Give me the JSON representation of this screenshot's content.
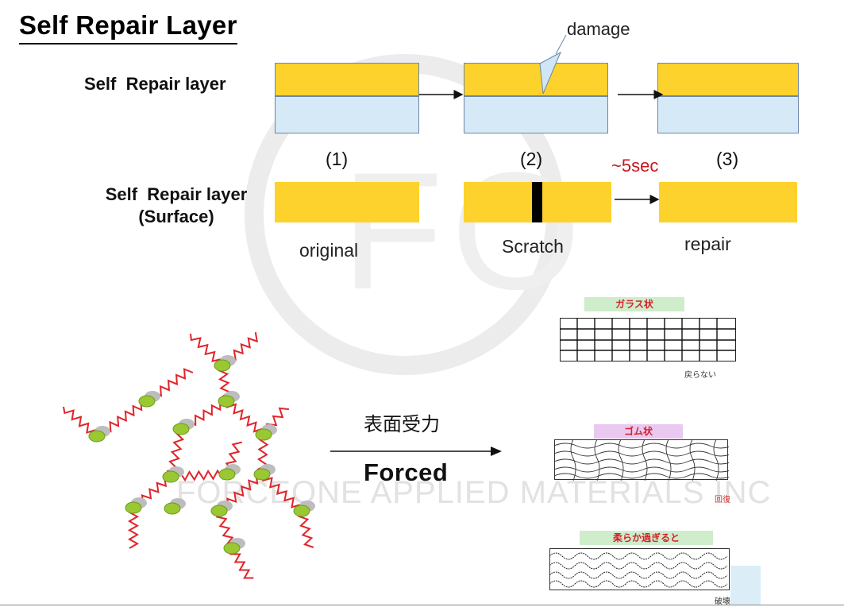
{
  "title": "Self Repair Layer",
  "top_diagram": {
    "row1_label": "Self  Repair layer",
    "damage_label": "damage",
    "steps": [
      "(1)",
      "(2)",
      "(3)"
    ],
    "time_label": "~5sec"
  },
  "surface_diagram": {
    "row2_label_line1": "Self  Repair layer",
    "row2_label_line2": "(Surface)",
    "captions": [
      "original",
      "Scratch",
      "repair"
    ]
  },
  "bottom": {
    "arrow_top_label": "表面受力",
    "arrow_bottom_label": "Forced",
    "state_tags": [
      "ガラス状",
      "ゴム状",
      "柔らか過ぎると"
    ],
    "state_notes": [
      "戻らない",
      "回復",
      "破壊"
    ]
  },
  "watermark": {
    "logo": "FO",
    "text": "FORCEONE APPLIED MATERIALS INC"
  },
  "colors": {
    "layer_yellow": "#fdd22c",
    "substrate_blue": "#d6e9f6",
    "coil_red": "#e0242b",
    "node_green": "#9ac832",
    "time_red": "#c8171d"
  }
}
